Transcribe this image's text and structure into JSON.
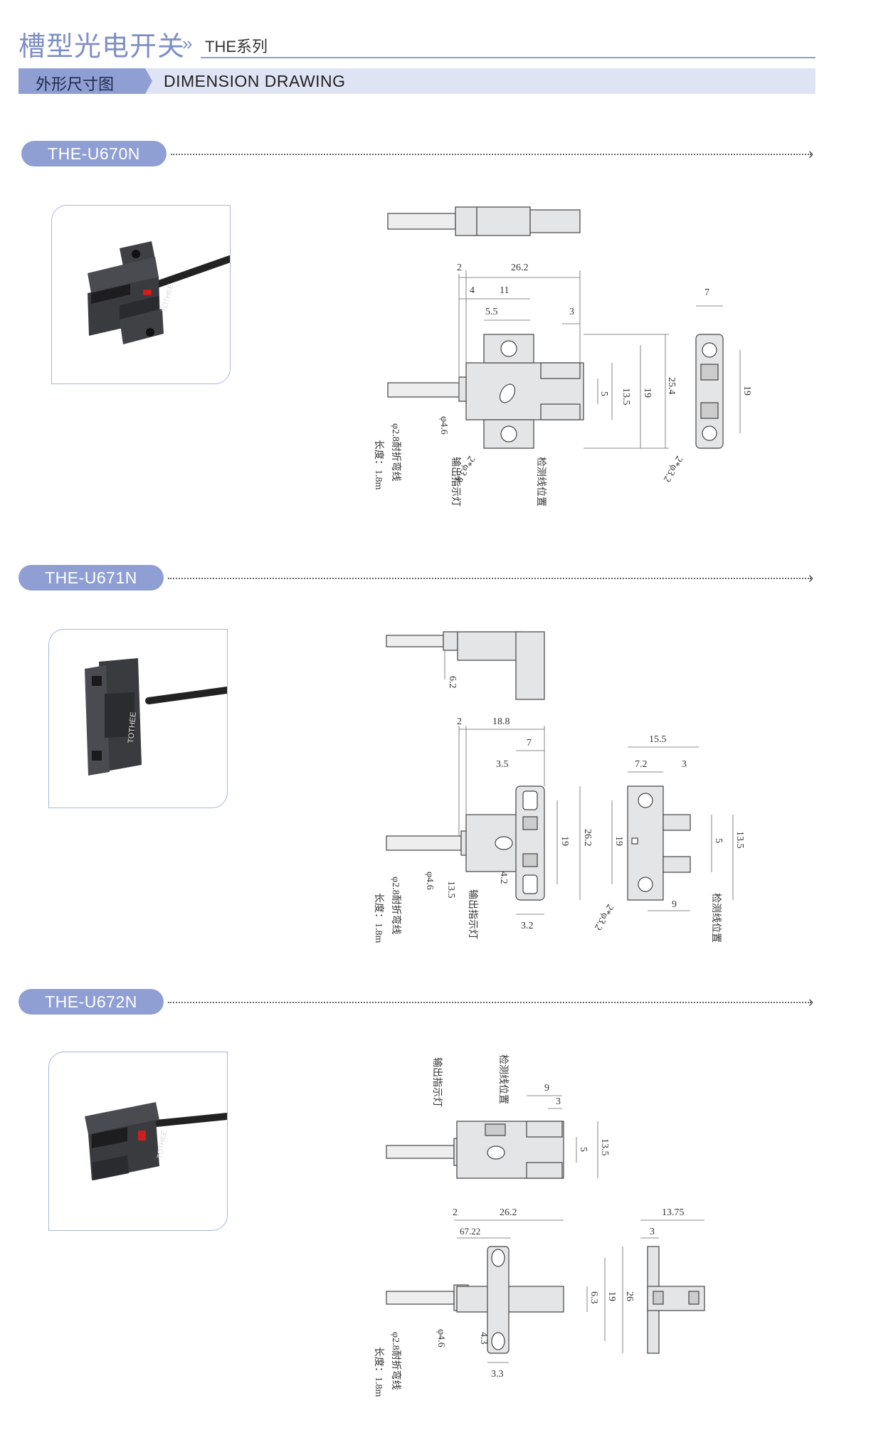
{
  "header": {
    "title": "槽型光电开关",
    "arrow": "»",
    "series": "THE系列",
    "subtitle_cn": "外形尺寸图",
    "subtitle_en": "DIMENSION DRAWING"
  },
  "sections": [
    {
      "model": "THE-U670N",
      "dims": {
        "d1": "2",
        "d2": "26.2",
        "d3": "4",
        "d4": "11",
        "d5": "5.5",
        "d6": "3",
        "d7": "5",
        "d8": "13.5",
        "d9": "19",
        "d10": "25.4",
        "d11": "7",
        "d12": "19",
        "dia_cable": "φ4.6",
        "hole_a": "2*φ3.8",
        "hole_b": "2*φ3.2"
      },
      "notes": {
        "cable": "φ2.8耐折弯线",
        "length": "长度：1.8m",
        "indicator": "输出指示灯",
        "detect": "检测线位置"
      },
      "label_text": "TOTHEE"
    },
    {
      "model": "THE-U671N",
      "dims": {
        "d1": "6.2",
        "d2": "2",
        "d3": "18.8",
        "d4": "7",
        "d5": "3.5",
        "d6": "19",
        "d7": "26.2",
        "d8": "4.2",
        "d9": "13.5",
        "d10": "3.2",
        "d11": "15.5",
        "d12": "7.2",
        "d13": "3",
        "d14": "19",
        "d15": "5",
        "d16": "13.5",
        "d17": "9",
        "dia_cable": "φ4.6",
        "hole_b": "2*φ3.2"
      },
      "notes": {
        "cable": "φ2.8耐折弯线",
        "length": "长度：1.8m",
        "indicator": "输出指示灯",
        "detect": "检测线位置"
      },
      "label_text": "TOTHEE"
    },
    {
      "model": "THE-U672N",
      "dims": {
        "d1": "9",
        "d2": "3",
        "d3": "5",
        "d4": "13.5",
        "d5": "2",
        "d6": "26.2",
        "d7": "67.22",
        "d8": "6.3",
        "d9": "19",
        "d10": "26",
        "d11": "4.3",
        "d12": "3.3",
        "d13": "13.75",
        "d14": "3",
        "dia_cable": "φ4.6"
      },
      "notes": {
        "cable": "φ2.8耐折弯线",
        "length": "长度：1.8m",
        "indicator": "输出指示灯",
        "detect": "检测线位置"
      },
      "label_text": "TOTHEE"
    }
  ]
}
